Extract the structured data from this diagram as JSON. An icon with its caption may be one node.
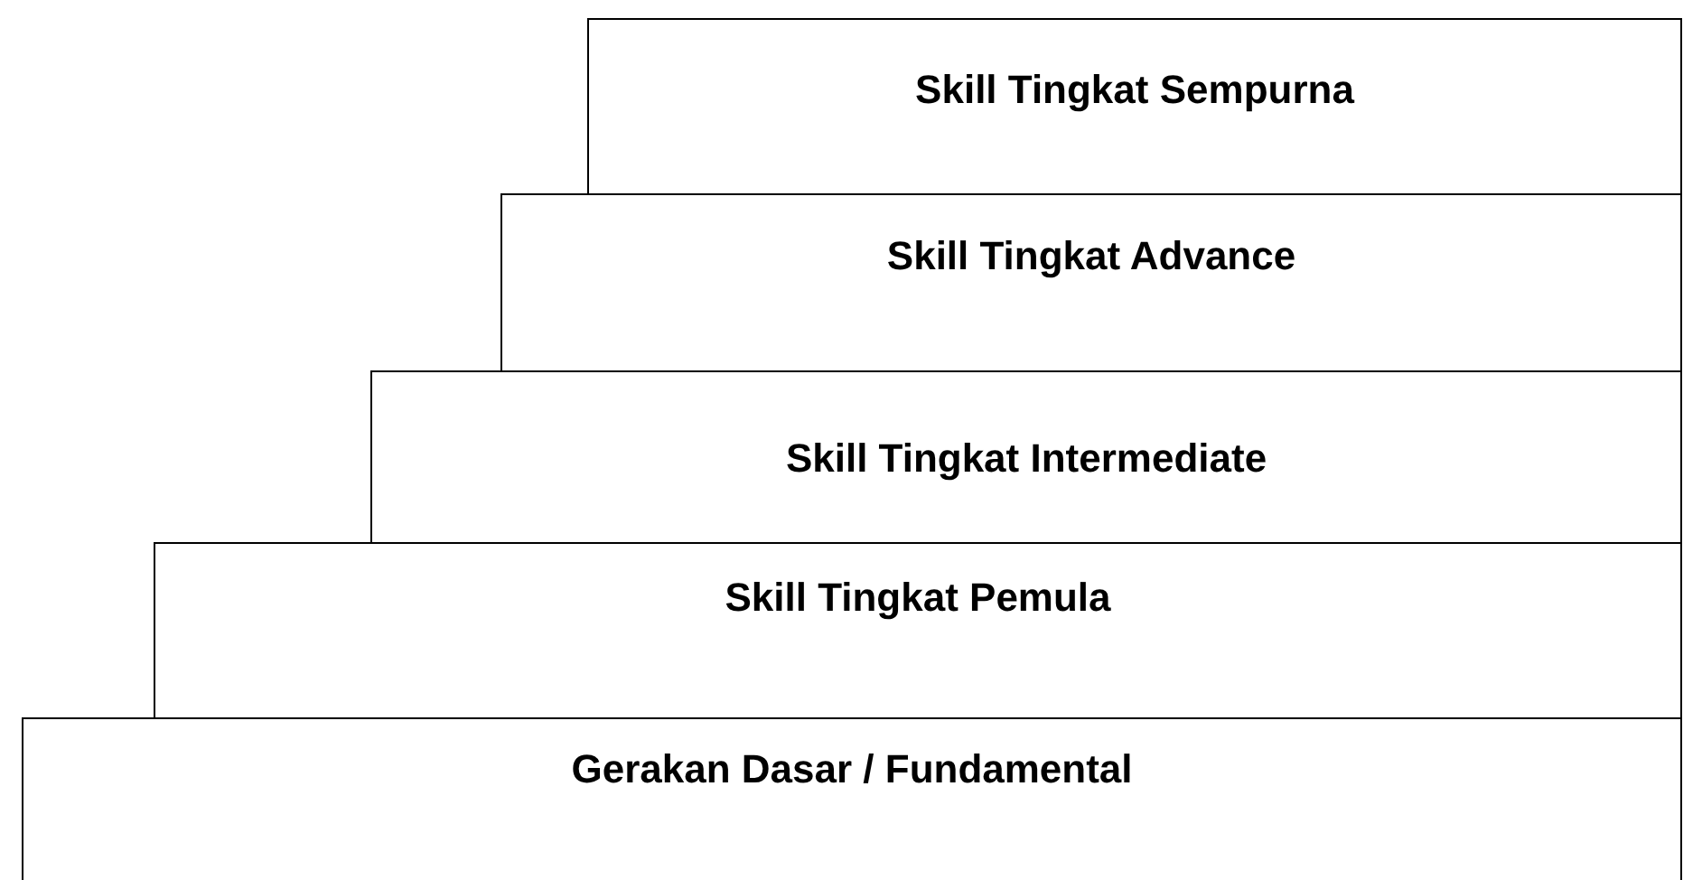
{
  "diagram": {
    "nodes": [
      {
        "text": [
          "Skill Tingkat Sempurna"
        ]
      },
      {
        "text": [
          "Skill Tingkat Advance"
        ]
      },
      {
        "text": [
          "Skill Tingkat Intermediate"
        ]
      },
      {
        "text": [
          "Skill Tingkat Pemula"
        ]
      },
      {
        "text": [
          "Gerakan Dasar / Fundamental"
        ]
      }
    ]
  }
}
